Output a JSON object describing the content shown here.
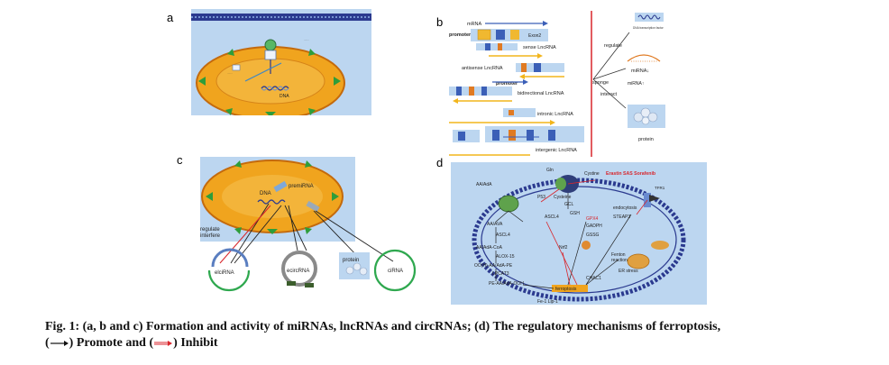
{
  "panels": {
    "a": {
      "letter": "a",
      "labels": [
        "DNA"
      ]
    },
    "b": {
      "letter": "b",
      "labels": {
        "mrna": "mRNA",
        "promoter_top": "promoter",
        "exon2": "Exon2",
        "sense": "sense LncRNA",
        "antisense": "antisense LncRNA",
        "promoter_mid": "promoter",
        "bidirectional": "bidirectional LncRNA",
        "intronic": "intronic LncRNA",
        "intergenic": "intergenic LncRNA",
        "tf": "DNA transcription factor",
        "regulate": "regulate",
        "mirna_down": "miRNA↓",
        "mirna_up": "miRNA↑",
        "sponge": "sponge",
        "interact": "interact",
        "protein": "protein"
      }
    },
    "c": {
      "letter": "c",
      "labels": {
        "premirna": "premiRNA",
        "dna": "DNA",
        "regulate_interfere": "regulate\ninterfere",
        "eicirna": "elciRNA",
        "ecircrna": "ecircRNA",
        "protein": "protein",
        "cirna": "ciRNA"
      }
    },
    "d": {
      "letter": "d",
      "labels": {
        "gln": "Gln",
        "cystine_top": "Cystine",
        "drugs": "Erastin SAS Sorafenib",
        "aa_ada": "AA/AdA",
        "p53": "P53",
        "cysteine": "Cysteine",
        "gcl": "GCL",
        "gsh": "GSH",
        "gpx4": "GPX4",
        "ascl4_top": "ASCL4",
        "gadph": "GADPH",
        "gssg": "GSSG",
        "endocytosis": "endocytosis",
        "steap3": "STEAP3",
        "tfr1": "TFR1",
        "aa_ava": "AA/AVA",
        "ascl4": "ASCL4",
        "nrf2": "Nrf2",
        "fenton": "Fenton\nreaction",
        "aa_ada_coa": "AA/AdA-CoA",
        "alox15": "ALOX-15",
        "oo_ada_pe": "OO(H)-AA/AdA-PE",
        "lpcat3": "LPCAT3",
        "chac1": "CHAC1",
        "er_stress": "ER stress",
        "pe_aa": "PE-AA/AdA-OOH",
        "fer1": "Fe-1  Lip-1",
        "ferroptosis": "ferroptosis"
      }
    }
  },
  "caption": {
    "line1": "Fig. 1: (a, b and c) Formation and activity of miRNAs, lncRNAs and circRNAs; (d) The regulatory mechanisms of ferroptosis,",
    "promote": "Promote and",
    "inhibit": "Inhibit"
  },
  "colors": {
    "cell_orange": "#f0a41e",
    "cell_outline": "#c46a0c",
    "panel_bg": "#bcd6f0",
    "membrane_blue": "#2b3a8f",
    "arrow_yellow": "#f2b51c",
    "arrow_red": "#d8262c",
    "green_marker": "#2e9d3a",
    "ring_green": "#2fa84f",
    "gray_ring": "#8a8a8a"
  }
}
